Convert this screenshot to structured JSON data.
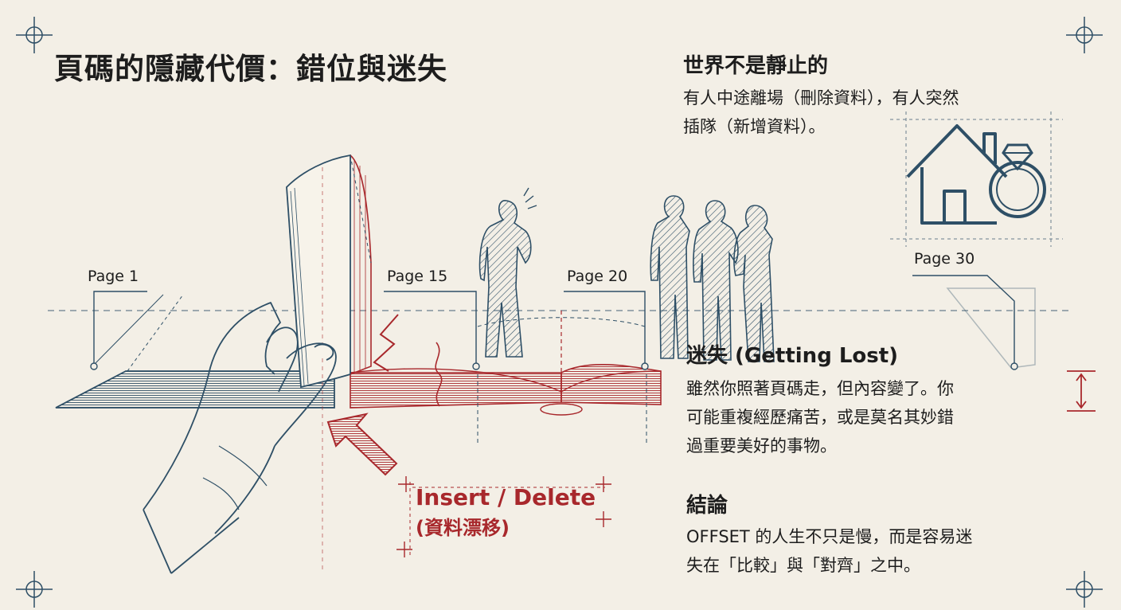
{
  "title": "頁碼的隱藏代價：錯位與迷失",
  "pages": {
    "p1": "Page 1",
    "p15": "Page 15",
    "p20": "Page 20",
    "p30": "Page 30"
  },
  "callout": {
    "line1": "Insert / Delete",
    "line2": "(資料漂移)"
  },
  "sections": {
    "world": {
      "heading": "世界不是靜止的",
      "lines": [
        "有人中途離場（刪除資料），有人突然",
        "插隊（新增資料）。"
      ]
    },
    "lost": {
      "heading": "迷失 (Getting Lost)",
      "lines": [
        "雖然你照著頁碼走，但內容變了。你",
        "可能重複經歷痛苦，或是莫名其妙錯",
        "過重要美好的事物。"
      ]
    },
    "conclusion": {
      "heading": "結論",
      "lines": [
        "OFFSET 的人生不只是慢，而是容易迷",
        "失在「比較」與「對齊」之中。"
      ]
    }
  },
  "colors": {
    "ink_blue": "#2e4f66",
    "ink_red": "#a8282c",
    "paper": "#f3efe6"
  },
  "icons": [
    "crosshair-icon",
    "house-icon",
    "ring-icon",
    "hand-icon",
    "person-icon",
    "book-icon",
    "arrow-icon",
    "height-dimension-icon"
  ]
}
